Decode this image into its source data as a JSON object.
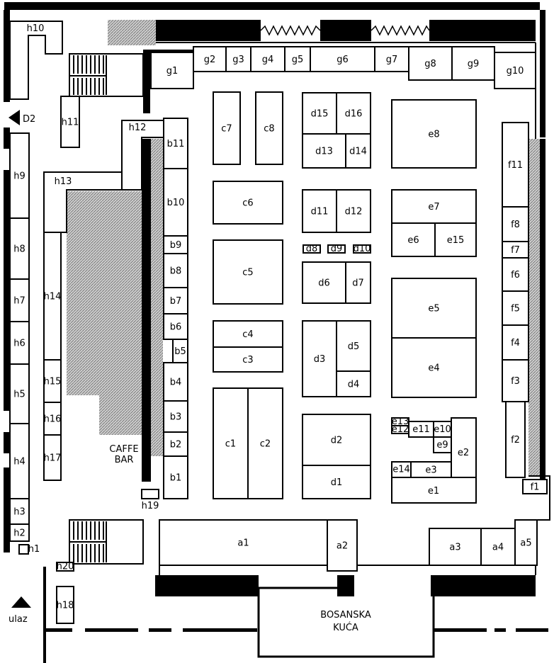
{
  "labels": {
    "d2_arrow": "D2",
    "entrance": "ulaz",
    "cafe_line1": "CAFFE",
    "cafe_line2": "BAR",
    "house_line1": "BOSANSKA",
    "house_line2": "KUĆA"
  },
  "stalls": {
    "a1": "a1",
    "a2": "a2",
    "a3": "a3",
    "a4": "a4",
    "a5": "a5",
    "b1": "b1",
    "b2": "b2",
    "b3": "b3",
    "b4": "b4",
    "b5": "b5",
    "b6": "b6",
    "b7": "b7",
    "b8": "b8",
    "b9": "b9",
    "b10": "b10",
    "b11": "b11",
    "c1": "c1",
    "c2": "c2",
    "c3": "c3",
    "c4": "c4",
    "c5": "c5",
    "c6": "c6",
    "c7": "c7",
    "c8": "c8",
    "d1": "d1",
    "d2": "d2",
    "d3": "d3",
    "d4": "d4",
    "d5": "d5",
    "d6": "d6",
    "d7": "d7",
    "d8": "d8",
    "d9": "d9",
    "d10": "d10",
    "d11": "d11",
    "d12": "d12",
    "d13": "d13",
    "d14": "d14",
    "d15": "d15",
    "d16": "d16",
    "e1": "e1",
    "e2": "e2",
    "e3": "e3",
    "e4": "e4",
    "e5": "e5",
    "e6": "e6",
    "e7": "e7",
    "e8": "e8",
    "e9": "e9",
    "e10": "e10",
    "e11": "e11",
    "e12": "e12",
    "e13": "e13",
    "e14": "e14",
    "e15": "e15",
    "f1": "f1",
    "f2": "f2",
    "f3": "f3",
    "f4": "f4",
    "f5": "f5",
    "f6": "f6",
    "f7": "f7",
    "f8": "f8",
    "f11": "f11",
    "g1": "g1",
    "g2": "g2",
    "g3": "g3",
    "g4": "g4",
    "g5": "g5",
    "g6": "g6",
    "g7": "g7",
    "g8": "g8",
    "g9": "g9",
    "g10": "g10",
    "h1": "h1",
    "h2": "h2",
    "h3": "h3",
    "h4": "h4",
    "h5": "h5",
    "h6": "h6",
    "h7": "h7",
    "h8": "h8",
    "h9": "h9",
    "h10": "h10",
    "h11": "h11",
    "h12": "h12",
    "h13": "h13",
    "h14": "h14",
    "h15": "h15",
    "h16": "h16",
    "h17": "h17",
    "h18": "h18",
    "h19": "h19",
    "h20": "h20"
  }
}
